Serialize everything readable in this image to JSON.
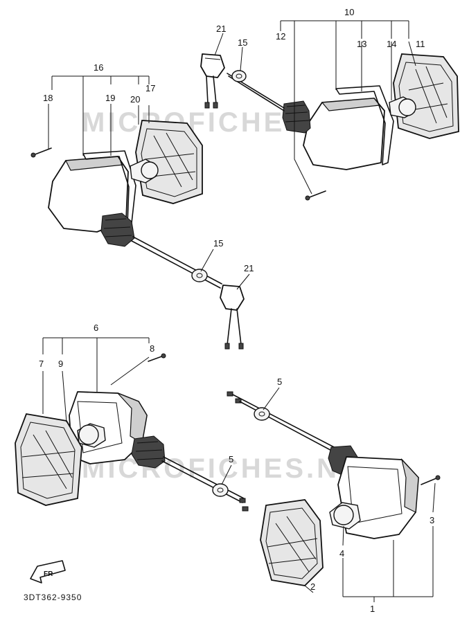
{
  "watermark": "MICROFICHES.NET",
  "diagram_code": "3DT362-9350",
  "callouts": {
    "top_right": [
      "10",
      "21",
      "15",
      "12",
      "13",
      "14",
      "11"
    ],
    "top_left": [
      "16",
      "18",
      "19",
      "20",
      "17",
      "15",
      "21"
    ],
    "bottom_left": [
      "6",
      "8",
      "7",
      "9",
      "5"
    ],
    "bottom_right": [
      "5",
      "3",
      "4",
      "2",
      "1"
    ]
  },
  "fr_badge": "FR"
}
